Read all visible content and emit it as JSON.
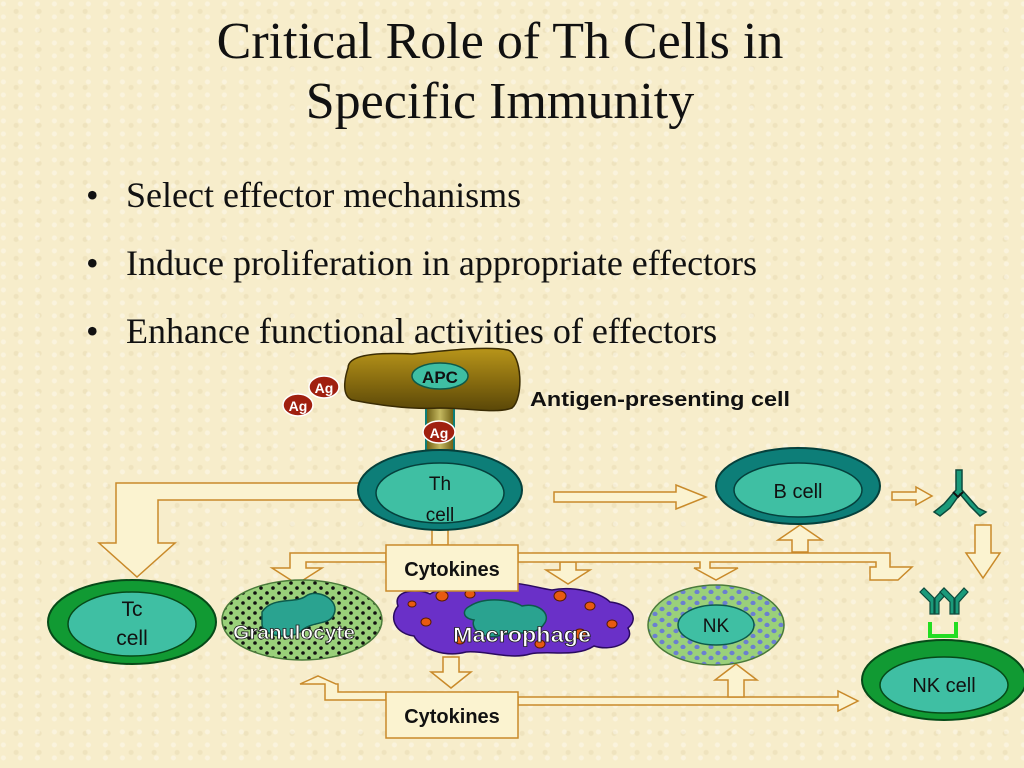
{
  "title": {
    "line1": "Critical Role of Th Cells in",
    "line2": "Specific Immunity"
  },
  "bullets": [
    "Select effector mechanisms",
    "Induce proliferation in appropriate effectors",
    "Enhance functional activities of effectors"
  ],
  "diagram": {
    "apc_label": "APC",
    "apc_caption": "Antigen-presenting cell",
    "antigen_label": "Ag",
    "th_cell": {
      "line1": "Th",
      "line2": "cell"
    },
    "b_cell": "B cell",
    "tc_cell": {
      "line1": "Tc",
      "line2": "cell"
    },
    "granulocyte": "Granulocyte",
    "macrophage": "Macrophage",
    "nk_label": "NK",
    "nk_cell": "NK cell",
    "cytokines_upper": "Cytokines",
    "cytokines_lower": "Cytokines"
  },
  "colors": {
    "background": "#f7edcb",
    "cell_outer": "#0d7e78",
    "cell_inner": "#3fbfa3",
    "tc_outer": "#119a33",
    "apc_body": "#8a6e10",
    "antigen": "#a02010",
    "macrophage": "#6a30c8",
    "granulocyte": "#9ad07a",
    "nk_speckled": "#9ad07a",
    "antibody": "#1a9a7a",
    "arrow_fill": "#fbf3d0",
    "arrow_stroke": "#c98a2a"
  }
}
